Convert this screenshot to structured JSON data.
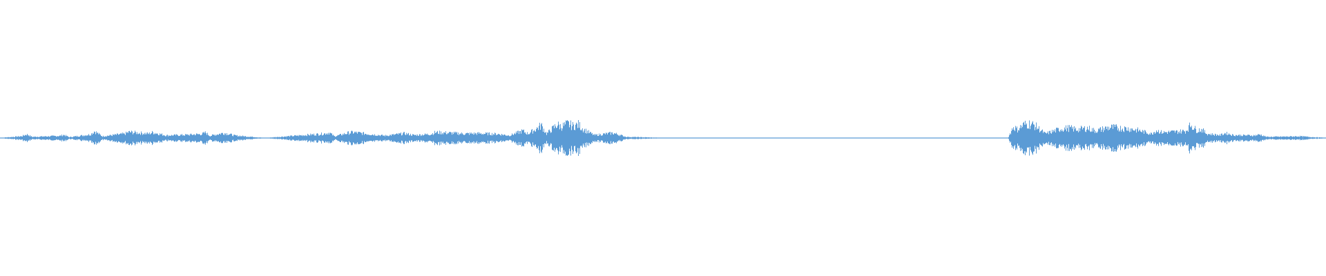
{
  "waveform": {
    "color": "#5b9bd5",
    "peaks": [
      [
        0.0,
        0.015
      ],
      [
        0.016,
        0.12
      ],
      [
        0.02,
        0.26
      ],
      [
        0.024,
        0.08
      ],
      [
        0.045,
        0.15
      ],
      [
        0.048,
        0.22
      ],
      [
        0.052,
        0.06
      ],
      [
        0.068,
        0.25
      ],
      [
        0.071,
        0.48
      ],
      [
        0.074,
        0.3
      ],
      [
        0.077,
        0.12
      ],
      [
        0.094,
        0.3
      ],
      [
        0.097,
        0.42
      ],
      [
        0.112,
        0.3
      ],
      [
        0.115,
        0.4
      ],
      [
        0.125,
        0.18
      ],
      [
        0.14,
        0.22
      ],
      [
        0.152,
        0.28
      ],
      [
        0.155,
        0.38
      ],
      [
        0.158,
        0.15
      ],
      [
        0.168,
        0.35
      ],
      [
        0.172,
        0.3
      ],
      [
        0.176,
        0.18
      ],
      [
        0.2,
        0.01
      ],
      [
        0.244,
        0.3
      ],
      [
        0.248,
        0.38
      ],
      [
        0.252,
        0.12
      ],
      [
        0.262,
        0.35
      ],
      [
        0.266,
        0.4
      ],
      [
        0.29,
        0.16
      ],
      [
        0.305,
        0.32
      ],
      [
        0.312,
        0.2
      ],
      [
        0.325,
        0.28
      ],
      [
        0.328,
        0.4
      ],
      [
        0.34,
        0.35
      ],
      [
        0.35,
        0.3
      ],
      [
        0.36,
        0.32
      ],
      [
        0.375,
        0.28
      ],
      [
        0.384,
        0.18
      ],
      [
        0.394,
        0.5
      ],
      [
        0.398,
        0.3
      ],
      [
        0.405,
        0.7
      ],
      [
        0.408,
        0.9
      ],
      [
        0.412,
        0.3
      ],
      [
        0.42,
        0.95
      ],
      [
        0.423,
        0.8
      ],
      [
        0.428,
        1.0
      ],
      [
        0.432,
        0.85
      ],
      [
        0.436,
        0.95
      ],
      [
        0.44,
        0.6
      ],
      [
        0.444,
        0.4
      ],
      [
        0.448,
        0.2
      ],
      [
        0.462,
        0.35
      ],
      [
        0.466,
        0.25
      ],
      [
        0.472,
        0.08
      ],
      [
        0.5,
        0.015
      ],
      [
        0.6,
        0.015
      ],
      [
        0.7,
        0.015
      ],
      [
        0.76,
        0.02
      ],
      [
        0.764,
        0.8
      ],
      [
        0.767,
        0.6
      ],
      [
        0.772,
        0.95
      ],
      [
        0.776,
        1.0
      ],
      [
        0.78,
        0.9
      ],
      [
        0.784,
        0.6
      ],
      [
        0.788,
        0.3
      ],
      [
        0.8,
        0.65
      ],
      [
        0.806,
        0.7
      ],
      [
        0.812,
        0.6
      ],
      [
        0.82,
        0.7
      ],
      [
        0.826,
        0.5
      ],
      [
        0.834,
        0.7
      ],
      [
        0.838,
        0.75
      ],
      [
        0.844,
        0.7
      ],
      [
        0.852,
        0.65
      ],
      [
        0.858,
        0.55
      ],
      [
        0.868,
        0.3
      ],
      [
        0.872,
        0.55
      ],
      [
        0.876,
        0.4
      ],
      [
        0.888,
        0.45
      ],
      [
        0.894,
        0.5
      ],
      [
        0.898,
        0.95
      ],
      [
        0.902,
        0.55
      ],
      [
        0.906,
        0.6
      ],
      [
        0.91,
        0.3
      ],
      [
        0.92,
        0.2
      ],
      [
        0.924,
        0.35
      ],
      [
        0.93,
        0.2
      ],
      [
        0.946,
        0.18
      ],
      [
        0.95,
        0.25
      ],
      [
        0.955,
        0.08
      ],
      [
        0.97,
        0.1
      ],
      [
        0.98,
        0.12
      ],
      [
        0.99,
        0.06
      ],
      [
        1.0,
        0.015
      ]
    ]
  }
}
